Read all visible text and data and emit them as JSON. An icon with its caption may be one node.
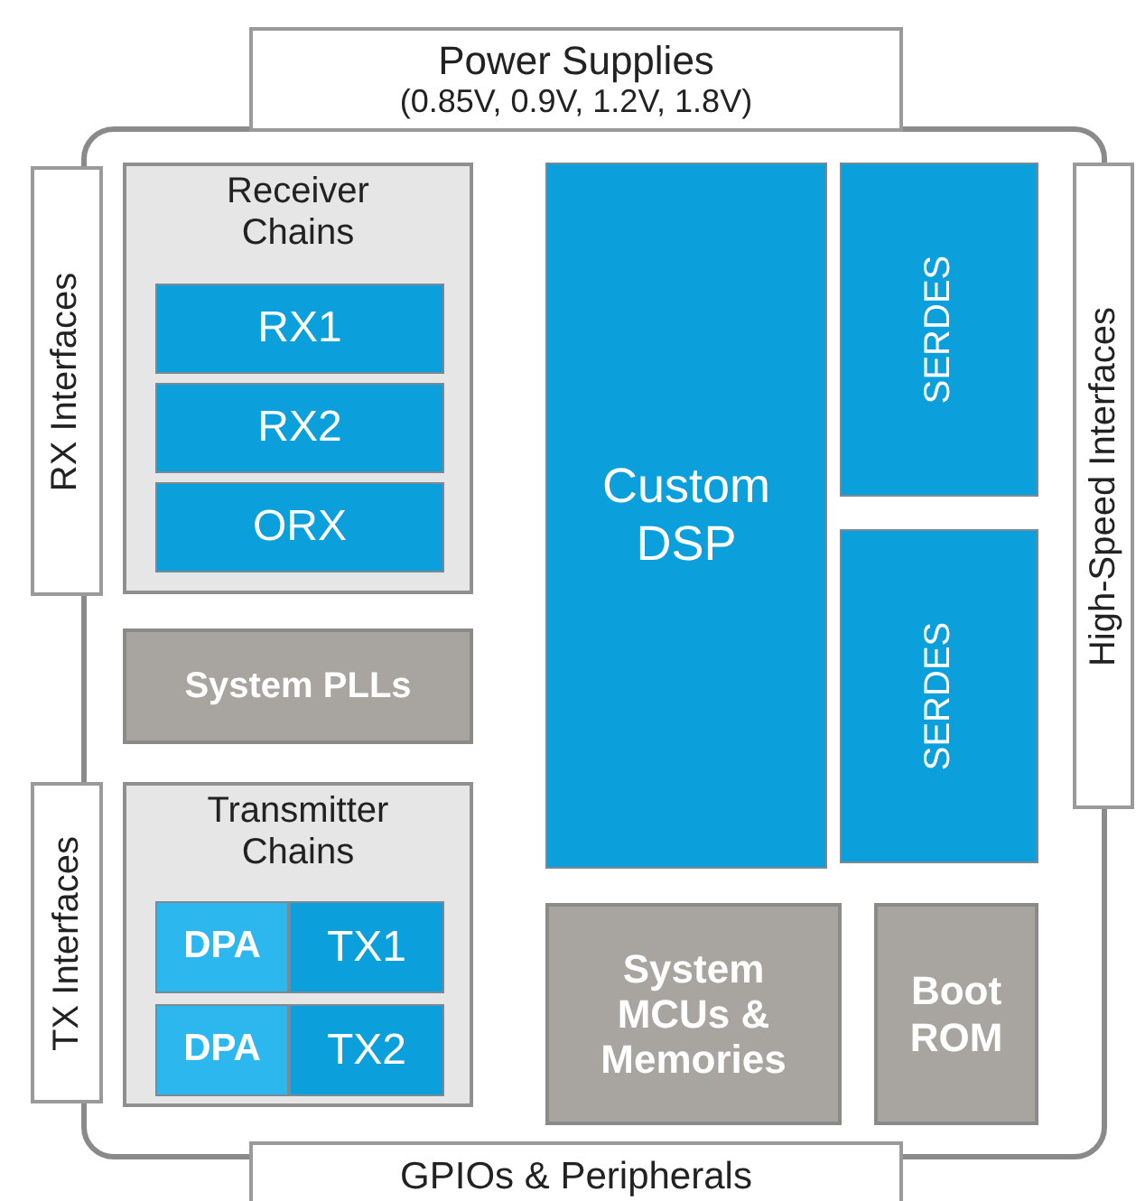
{
  "diagram": {
    "nodes": [
      {
        "text": [
          "Power Supplies",
          "(0.85V, 0.9V, 1.2V, 1.8V)"
        ]
      },
      {
        "text": [
          "RX Interfaces"
        ]
      },
      {
        "text": [
          "Receiver Chains"
        ]
      },
      {
        "text": [
          "RX1"
        ],
        "in": 2
      },
      {
        "text": [
          "RX2"
        ],
        "in": 2
      },
      {
        "text": [
          "ORX"
        ],
        "in": 2
      },
      {
        "text": [
          "System PLLs"
        ]
      },
      {
        "text": [
          "Transmitter Chains"
        ]
      },
      {
        "text": [
          "DPA"
        ],
        "in": 7
      },
      {
        "text": [
          "TX1"
        ],
        "in": 7
      },
      {
        "text": [
          "DPA"
        ],
        "in": 7
      },
      {
        "text": [
          "TX2"
        ],
        "in": 7
      },
      {
        "text": [
          "TX Interfaces"
        ]
      },
      {
        "text": [
          "Custom DSP"
        ]
      },
      {
        "text": [
          "SERDES"
        ]
      },
      {
        "text": [
          "SERDES"
        ]
      },
      {
        "text": [
          "High-Speed Interfaces"
        ]
      },
      {
        "text": [
          "System MCUs & Memories"
        ]
      },
      {
        "text": [
          "Boot ROM"
        ]
      },
      {
        "text": [
          "GPIOs & Peripherals"
        ]
      }
    ]
  }
}
